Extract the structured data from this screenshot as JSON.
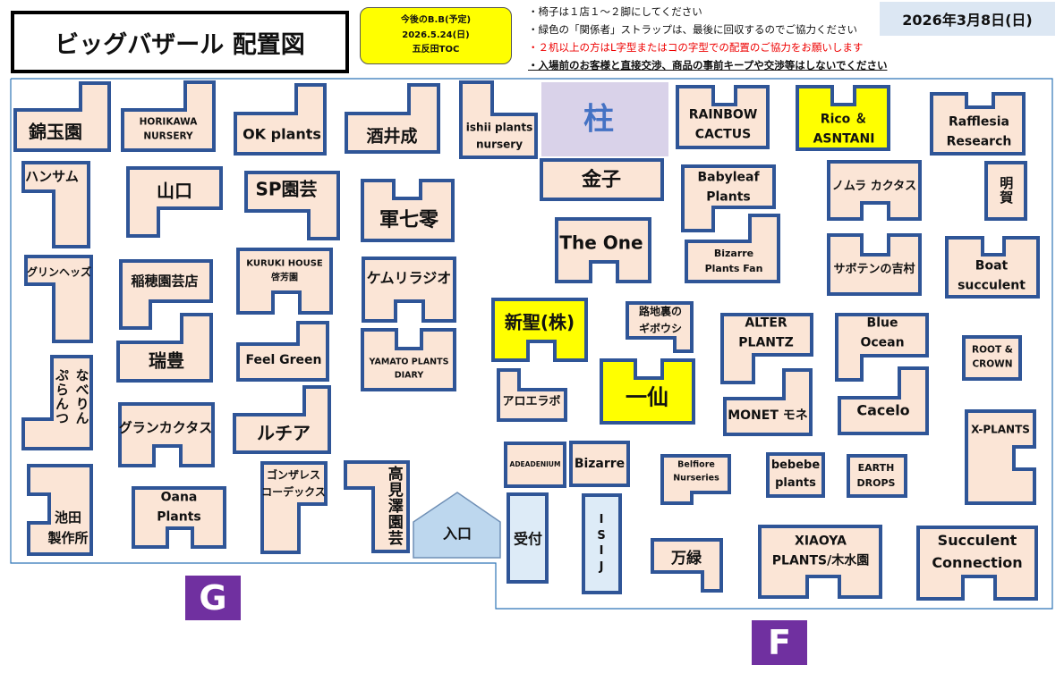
{
  "header": {
    "title": "ビッグバザール 配置図",
    "next_event": {
      "line1": "今後のB.B(予定)",
      "line2": "2026.5.24(日)",
      "line3": "五反田TOC"
    },
    "notes": [
      "・椅子は１店１～２脚にしてください",
      "・緑色の「関係者」ストラップは、最後に回収するのでご協力ください",
      "・２机以上の方はL字型またはコの字型での配置のご協力をお願いします",
      "・入場前のお客様と直接交渉、商品の事前キープや交渉等はしないでください"
    ],
    "date": "2026年3月8日(日)"
  },
  "colors": {
    "booth_fill": "#fbe5d6",
    "booth_stroke": "#2f5597",
    "highlight": "#ffff00",
    "pillar": "#d9d2e9",
    "entrance": "#bdd7ee",
    "zone": "#7030a0"
  },
  "zones": {
    "g": "G",
    "f": "F"
  },
  "booths": [
    {
      "label": "錦玉園"
    },
    {
      "label": "HORIKAWA\nNURSERY"
    },
    {
      "label": "OK plants"
    },
    {
      "label": "酒井成"
    },
    {
      "label": "ishii plants\nnursery"
    },
    {
      "label": "柱"
    },
    {
      "label": "RAINBOW\nCACTUS"
    },
    {
      "label": "Rico ＆\nASNTANI"
    },
    {
      "label": "Rafflesia\nResearch"
    },
    {
      "label": "ハンサム"
    },
    {
      "label": "山口"
    },
    {
      "label": "SP園芸"
    },
    {
      "label": "軍七零"
    },
    {
      "label": "金子"
    },
    {
      "label": "Babyleaf\nPlants"
    },
    {
      "label": "ノムラ カクタス"
    },
    {
      "label": "明賀"
    },
    {
      "label": "The One"
    },
    {
      "label": "Bizarre\nPlants Fan"
    },
    {
      "label": "サボテンの吉村"
    },
    {
      "label": "Boat\nsucculent"
    },
    {
      "label": "グリンヘッズ"
    },
    {
      "label": "稲穂園芸店"
    },
    {
      "label": "KURUKI HOUSE\n啓芳園"
    },
    {
      "label": "ケムリラジオ"
    },
    {
      "label": "新聖(株)"
    },
    {
      "label": "路地裏の\nギボウシ"
    },
    {
      "label": "ALTER\nPLANTZ"
    },
    {
      "label": "Blue\nOcean"
    },
    {
      "label": "ROOT &\nCROWN"
    },
    {
      "label": "瑞豊"
    },
    {
      "label": "Feel Green"
    },
    {
      "label": "YAMATO PLANTS\nDIARY"
    },
    {
      "label": "なべりん\nぷらんつ"
    },
    {
      "label": "アロエラボ"
    },
    {
      "label": "一仙"
    },
    {
      "label": "MONET モネ"
    },
    {
      "label": "Cacelo"
    },
    {
      "label": "X-PLANTS"
    },
    {
      "label": "グランカクタス"
    },
    {
      "label": "ルチア"
    },
    {
      "label": "池田\n製作所"
    },
    {
      "label": "Oana\nPlants"
    },
    {
      "label": "ゴンザレス\nコーデックス"
    },
    {
      "label": "高見澤園芸"
    },
    {
      "label": "入口"
    },
    {
      "label": "ADEADENIUM"
    },
    {
      "label": "Bizarre"
    },
    {
      "label": "受付"
    },
    {
      "label": "I\nS\nI\nJ"
    },
    {
      "label": "Belfiore\nNurseries"
    },
    {
      "label": "bebebe\nplants"
    },
    {
      "label": "EARTH\nDROPS"
    },
    {
      "label": "万緑"
    },
    {
      "label": "XIAOYA\nPLANTS/木水園"
    },
    {
      "label": "Succulent\nConnection"
    }
  ]
}
